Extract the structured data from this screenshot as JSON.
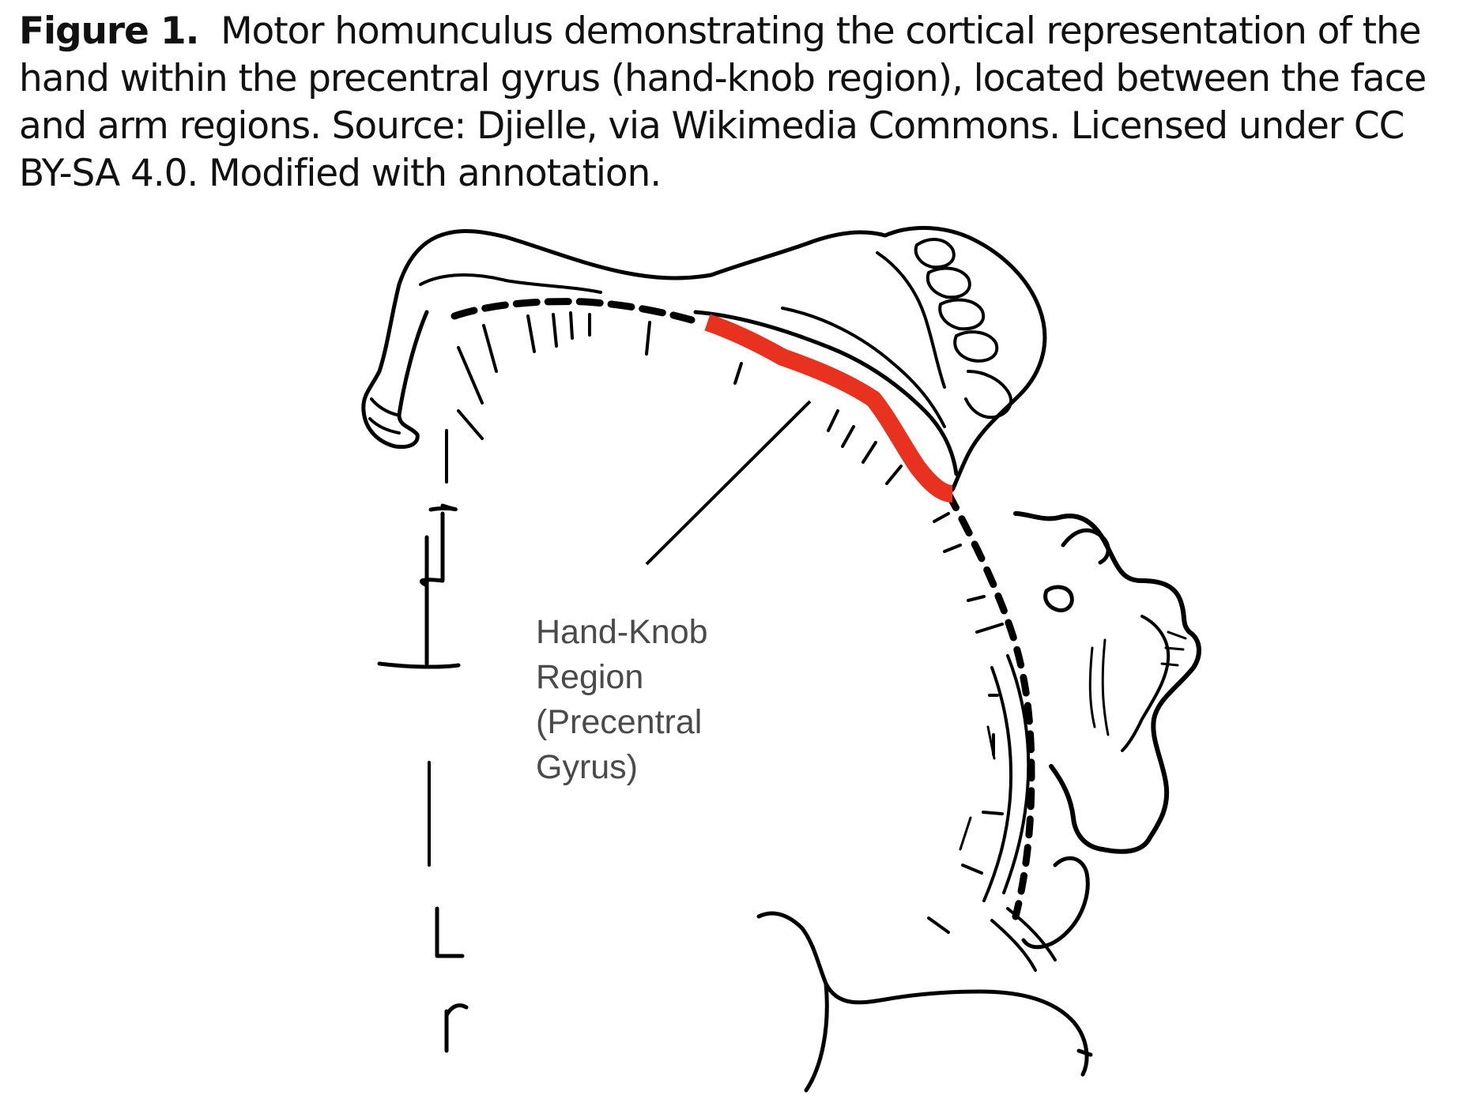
{
  "caption": {
    "label": "Figure 1.",
    "text": "Motor homunculus demonstrating the cortical representation of the hand within the precentral gyrus (hand-knob region), located between the face and arm regions. Source: Djielle, via Wikimedia Commons. Licensed under CC BY-SA 4.0. Modified with annotation."
  },
  "annotation": {
    "lines": [
      "Hand-Knob",
      "Region",
      "(Precentral",
      "Gyrus)"
    ]
  },
  "colors": {
    "highlight": "#e8321f",
    "ink": "#000000",
    "label_text": "#4a4a4a"
  }
}
